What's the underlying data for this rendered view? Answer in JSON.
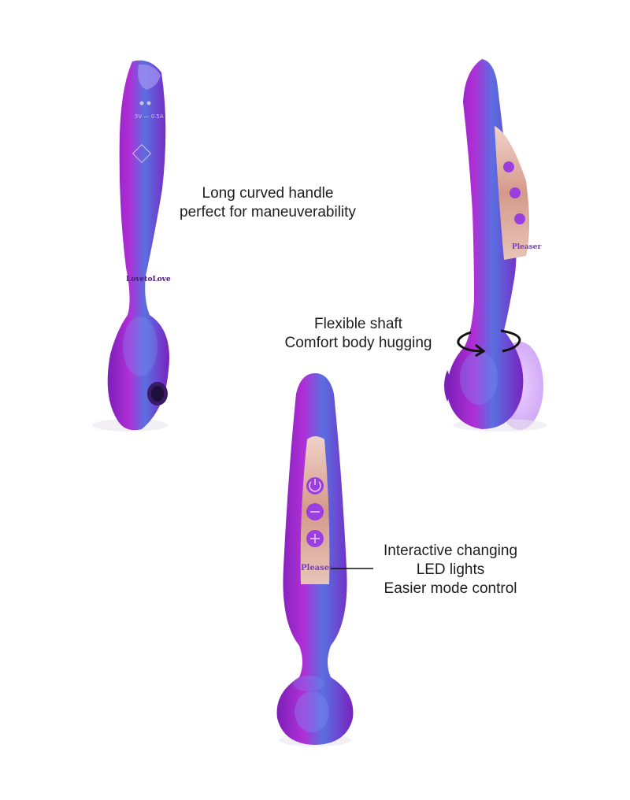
{
  "captions": {
    "handle": [
      "Long curved handle",
      "perfect for maneuverability"
    ],
    "shaft": [
      "Flexible shaft",
      "Comfort body hugging"
    ],
    "led": [
      "Interactive changing",
      "LED lights",
      "Easier mode control"
    ]
  },
  "product_marks": {
    "brand_engraving": "LovetoLove",
    "panel_logo": "Pleaser",
    "charging_label": "5V — 0.5A"
  },
  "colors": {
    "body_purple": "#8a24c8",
    "body_blue": "#4f66d8",
    "panel_rose": "#d7a091",
    "button_purple": "#9a3ee0",
    "text": "#1d1d1d"
  },
  "icons": [
    "power-icon",
    "minus-icon",
    "plus-icon",
    "rotation-arrow-icon"
  ]
}
